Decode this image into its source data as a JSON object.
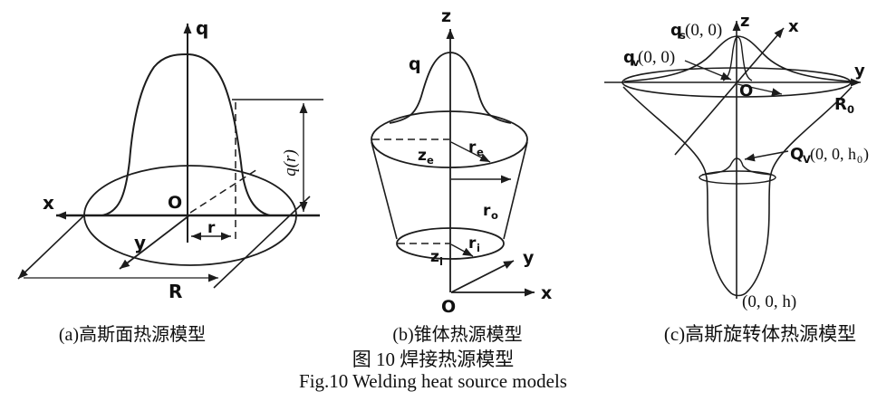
{
  "figure": {
    "caption_cn": "图 10  焊接热源模型",
    "caption_en": "Fig.10  Welding heat source models"
  },
  "panel_a": {
    "caption": "(a)高斯面热源模型",
    "labels": {
      "q_axis": "q",
      "x_axis": "x",
      "y_axis": "y",
      "origin": "O",
      "r_dim": "r",
      "R_dim": "R",
      "q_of_r_dim": "q(r)"
    }
  },
  "panel_b": {
    "caption": "(b)锥体热源模型",
    "labels": {
      "z_axis": "z",
      "x_axis": "x",
      "y_axis": "y",
      "origin": "O",
      "q_curve": "q",
      "z_e": {
        "base": "z",
        "sub": "e"
      },
      "z_i": {
        "base": "z",
        "sub": "i"
      },
      "r_e": {
        "base": "r",
        "sub": "e"
      },
      "r_o": {
        "base": "r",
        "sub": "o"
      },
      "r_i": {
        "base": "r",
        "sub": "i"
      }
    }
  },
  "panel_c": {
    "caption": "(c)高斯旋转体热源模型",
    "labels": {
      "z_axis": "z",
      "x_axis": "x",
      "y_axis": "y",
      "origin": "O",
      "q_s": {
        "base": "q",
        "sub": "s",
        "args": "(0, 0)"
      },
      "q_v": {
        "base": "q",
        "sub": "v",
        "args": "(0, 0)"
      },
      "Q_V": {
        "base": "Q",
        "sub": "V",
        "args_pre": "(0, 0, h",
        "args_sub": "0",
        "args_post": ")"
      },
      "R_0": {
        "base": "R",
        "sub": "0"
      },
      "bottom_point": "(0, 0, h)"
    }
  }
}
